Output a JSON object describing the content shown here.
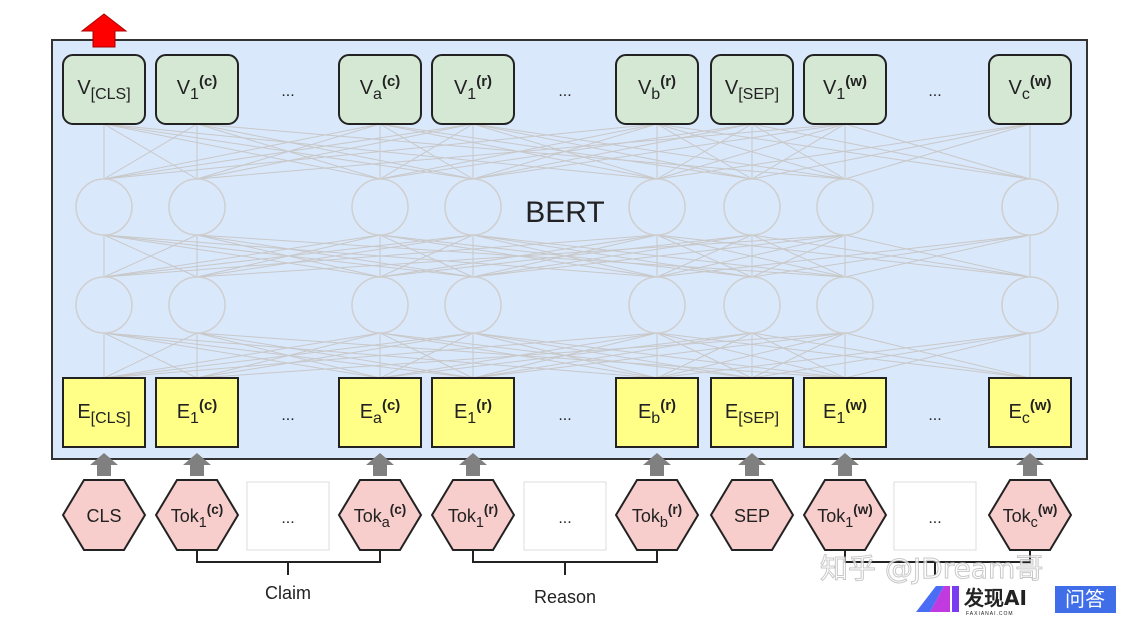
{
  "model_label": "BERT",
  "colors": {
    "panel": "#dae8fc",
    "output_box": "#d5e8d4",
    "embedding_box": "#ffff88",
    "token_hex": "#f8cecc",
    "arrow_output": "#ff0000",
    "arrow_input": "#808080",
    "connection": "#c8c8c8"
  },
  "outputs": [
    {
      "base": "V",
      "sub": "[CLS]",
      "sup": ""
    },
    {
      "base": "V",
      "sub": "1",
      "sup": "(c)"
    },
    {
      "ellipsis": "..."
    },
    {
      "base": "V",
      "sub": "a",
      "sup": "(c)"
    },
    {
      "base": "V",
      "sub": "1",
      "sup": "(r)"
    },
    {
      "ellipsis": "..."
    },
    {
      "base": "V",
      "sub": "b",
      "sup": "(r)"
    },
    {
      "base": "V",
      "sub": "[SEP]",
      "sup": ""
    },
    {
      "base": "V",
      "sub": "1",
      "sup": "(w)"
    },
    {
      "ellipsis": "..."
    },
    {
      "base": "V",
      "sub": "c",
      "sup": "(w)"
    }
  ],
  "embeddings": [
    {
      "base": "E",
      "sub": "[CLS]",
      "sup": ""
    },
    {
      "base": "E",
      "sub": "1",
      "sup": "(c)"
    },
    {
      "ellipsis": "..."
    },
    {
      "base": "E",
      "sub": "a",
      "sup": "(c)"
    },
    {
      "base": "E",
      "sub": "1",
      "sup": "(r)"
    },
    {
      "ellipsis": "..."
    },
    {
      "base": "E",
      "sub": "b",
      "sup": "(r)"
    },
    {
      "base": "E",
      "sub": "[SEP]",
      "sup": ""
    },
    {
      "base": "E",
      "sub": "1",
      "sup": "(w)"
    },
    {
      "ellipsis": "..."
    },
    {
      "base": "E",
      "sub": "c",
      "sup": "(w)"
    }
  ],
  "tokens": [
    {
      "base": "CLS",
      "sub": "",
      "sup": ""
    },
    {
      "base": "Tok",
      "sub": "1",
      "sup": "(c)"
    },
    {
      "ellipsis": "..."
    },
    {
      "base": "Tok",
      "sub": "a",
      "sup": "(c)"
    },
    {
      "base": "Tok",
      "sub": "1",
      "sup": "(r)"
    },
    {
      "ellipsis": "..."
    },
    {
      "base": "Tok",
      "sub": "b",
      "sup": "(r)"
    },
    {
      "base": "SEP",
      "sub": "",
      "sup": ""
    },
    {
      "base": "Tok",
      "sub": "1",
      "sup": "(w)"
    },
    {
      "ellipsis": "..."
    },
    {
      "base": "Tok",
      "sub": "c",
      "sup": "(w)"
    }
  ],
  "groups": [
    {
      "label": "Claim"
    },
    {
      "label": "Reason"
    },
    {
      "label": ""
    }
  ],
  "watermark": {
    "text": "知乎 @JDream哥",
    "logo_name": "发现AI",
    "logo_domain": "FAXIANAI.COM",
    "logo_badge": "问答"
  }
}
